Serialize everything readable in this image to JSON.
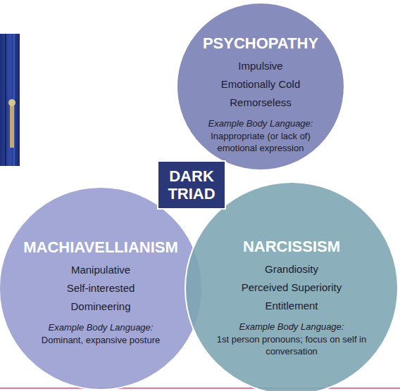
{
  "diagram": {
    "nodes": [
      {
        "text": [
          "PSYCHOPATHY",
          "Impulsive",
          "Emotionally Cold",
          "Remorseless",
          "Example Body Language:",
          "Inappropriate (or lack of) emotional expression"
        ]
      },
      {
        "text": [
          "DARK TRIAD"
        ]
      },
      {
        "text": [
          "MACHIAVELLIANISM",
          "Manipulative",
          "Self-interested",
          "Domineering",
          "Example Body Language:",
          "Dominant, expansive posture"
        ]
      },
      {
        "text": [
          "NARCISSISM",
          "Grandiosity",
          "Perceived Superiority",
          "Entitlement",
          "Example Body Language:",
          "1st person pronouns; focus on self in conversation"
        ]
      }
    ]
  }
}
